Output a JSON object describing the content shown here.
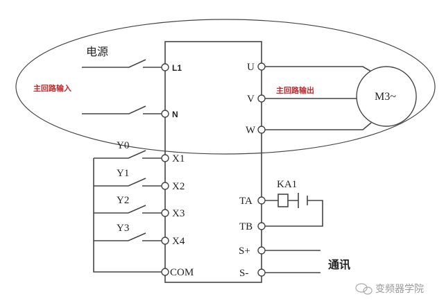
{
  "labels": {
    "power_source": "电源",
    "main_input": "主回路输入",
    "main_output": "主回路输出",
    "motor": "M3~",
    "communication": "通讯",
    "relay": "KA1",
    "watermark": "变频器学院"
  },
  "left_terminals": [
    "L1",
    "N",
    "X1",
    "X2",
    "X3",
    "X4",
    "COM"
  ],
  "right_terminals": [
    "U",
    "V",
    "W",
    "TA",
    "TB",
    "S+",
    "S-"
  ],
  "switches": [
    "Y0",
    "Y1",
    "Y2",
    "Y3"
  ],
  "colors": {
    "accent_red": "#c0282d",
    "line": "#444444"
  }
}
